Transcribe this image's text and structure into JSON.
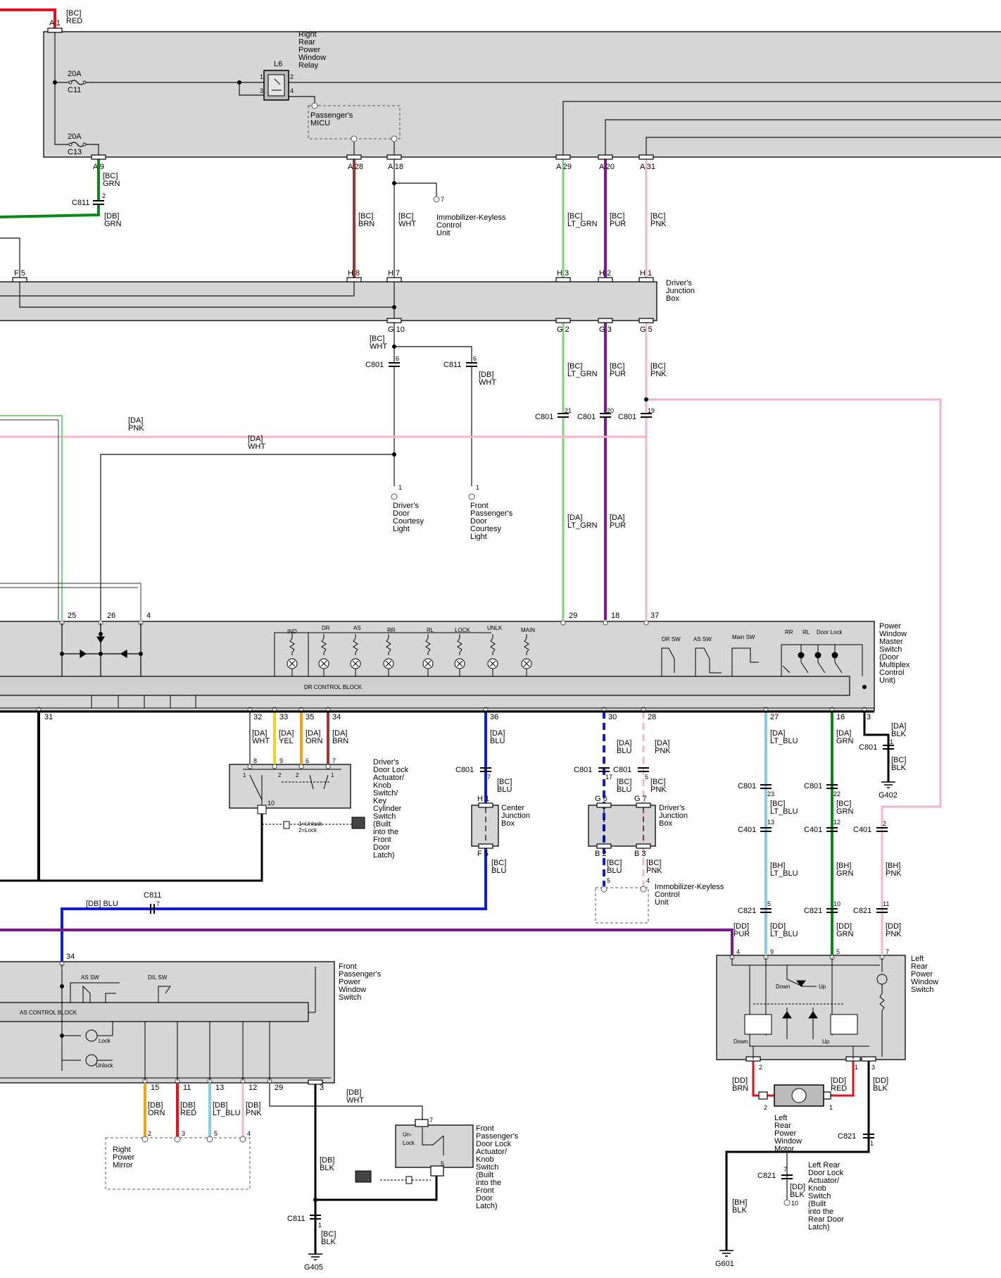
{
  "colors": {
    "RED": "#e5121b",
    "GRN": "#0a8a1a",
    "LT_GRN": "#7fd07f",
    "PUR": "#7a1a8c",
    "PNK": "#f4b6c2",
    "BRN": "#a83232",
    "WHT": "#555555",
    "BLU": "#1020d0",
    "LT_BLU": "#8ccbe8",
    "YEL": "#f2d21a",
    "ORN": "#f4a21a",
    "BLK": "#000000",
    "box": "#d6d6d6"
  },
  "components": {
    "rr_relay": "Right Rear Power Window Relay",
    "relay_id": "L6",
    "micu": "Passenger's MICU",
    "fuse1_amp": "20A",
    "fuse1_id": "C11",
    "fuse2_amp": "20A",
    "fuse2_id": "C13",
    "immob_top": "Immobilizer-Keyless Control Unit",
    "djb": "Driver's Junction Box",
    "djb2": "Driver's Junction Box",
    "drv_courtesy": "Driver's Door Courtesy Light",
    "fp_courtesy": "Front Passenger's Door Courtesy Light",
    "pwms": "Power Window Master Switch (Door Multiplex Control Unit)",
    "dr_control_block": "DR CONTROL BLOCK",
    "dl_actuator": "Driver's Door Lock Actuator/ Knob Switch/ Key Cylinder Switch (Built into the Front Door Latch)",
    "unlock_legend_1": "1=Unlock",
    "unlock_legend_2": "2=Lock",
    "cjb": "Center Junction Box",
    "immob_bottom": "Immobilizer-Keyless Control Unit",
    "fp_pws": "Front Passenger's Power Window Switch",
    "as_control_block": "AS CONTROL BLOCK",
    "rp_mirror": "Right Power Mirror",
    "fp_dl_actuator": "Front Passenger's Door Lock Actuator/ Knob Switch (Built into the Front Door Latch)",
    "lr_pws": "Left Rear Power Window Switch",
    "lr_motor": "Left Rear Power Window Motor",
    "lr_dl_actuator": "Left Rear Door Lock Actuator/ Knob Switch (Built into the Rear Door Latch)",
    "g402": "G402",
    "g405": "G405",
    "g601": "G601"
  },
  "switch_labels": {
    "ind": "IND",
    "dr": "DR",
    "as": "AS",
    "rr": "RR",
    "rl": "RL",
    "lock": "LOCK",
    "unlk": "UNLK",
    "main": "MAIN",
    "dr_sw": "DR SW",
    "as_sw": "AS SW",
    "main_sw": "Main SW",
    "rr2": "RR",
    "rl2": "RL",
    "door_lock": "Door Lock",
    "as_sw2": "AS SW",
    "dl_sw": "D/L SW",
    "lock2": "Lock",
    "unlock2": "Unlock",
    "down": "Down",
    "up": "Up",
    "down2": "Down",
    "up2": "Up",
    "un_lock_un": "Un-",
    "un_lock_lock": "Lock"
  },
  "wire_labels": {
    "bc_red": "[BC] RED",
    "bc_grn": "[BC] GRN",
    "db_grn": "[DB] GRN",
    "bc_brn": "[BC] BRN",
    "bc_wht": "[BC] WHT",
    "bc_lt_grn": "[BC] LT_GRN",
    "bc_pur": "[BC] PUR",
    "bc_pnk": "[BC] PNK",
    "bc_wht2": "[BC] WHT",
    "db_wht": "[DB] WHT",
    "bc_lt_grn2": "[BC] LT_GRN",
    "bc_pur2": "[BC] PUR",
    "bc_pnk2": "[BC] PNK",
    "da_pnk": "[DA] PNK",
    "da_wht": "[DA] WHT",
    "da_lt_grn": "[DA] LT_GRN",
    "da_pur": "[DA] PUR",
    "da_wht2": "[DA] WHT",
    "da_yel": "[DA] YEL",
    "da_orn": "[DA] ORN",
    "da_brn": "[DA] BRN",
    "da_blu": "[DA] BLU",
    "bc_blu": "[BC] BLU",
    "bc_blu2": "[BC] BLU",
    "da_blu2": "[DA] BLU",
    "da_pnk2": "[DA] PNK",
    "bc_blu3": "[BC] BLU",
    "bc_pnk3": "[BC] PNK",
    "bc_blu4": "[BC] BLU",
    "bc_pnk4": "[BC] PNK",
    "da_lt_blu": "[DA] LT_BLU",
    "da_grn": "[DA] GRN",
    "da_blk": "[DA] BLK",
    "bc_blk": "[BC] BLK",
    "bc_lt_blu": "[BC] LT_BLU",
    "bc_grn2": "[BC] GRN",
    "bh_lt_blu": "[BH] LT_BLU",
    "bh_grn": "[BH] GRN",
    "bh_pnk": "[BH] PNK",
    "dd_pur": "[DD] PUR",
    "dd_lt_blu": "[DD] LT_BLU",
    "dd_grn": "[DD] GRN",
    "dd_pnk": "[DD] PNK",
    "db_blu": "[DB] BLU",
    "db_orn": "[DB] ORN",
    "db_red": "[DB] RED",
    "db_lt_blu": "[DB] LT_BLU",
    "db_pnk": "[DB] PNK",
    "db_wht2": "[DB] WHT",
    "db_blk": "[DB] BLK",
    "bc_blk2": "[BC] BLK",
    "dd_brn": "[DD] BRN",
    "dd_red": "[DD] RED",
    "dd_blk": "[DD] BLK",
    "dd_blk2": "[DD] BLK",
    "bh_blk": "[BH] BLK"
  },
  "connectors": {
    "a1": "A 1",
    "a9": "A 9",
    "a28": "A 28",
    "a18": "A 18",
    "a29": "A 29",
    "a20": "A 20",
    "a31": "A 31",
    "c811": "C811",
    "c811_pin": "2",
    "immob_pin": "7",
    "f5": "F 5",
    "h8": "H 8",
    "h7": "H 7",
    "h3": "H 3",
    "h2": "H 2",
    "h1": "H 1",
    "g10": "G 10",
    "g2": "G 2",
    "g3": "G 3",
    "g5": "G 5",
    "c801a": "C801",
    "c801a_pin": "6",
    "c811b": "C811",
    "c811b_pin": "6",
    "c801b": "C801",
    "c801b_pin": "21",
    "c801c": "C801",
    "c801c_pin": "20",
    "c801d": "C801",
    "c801d_pin": "19",
    "drv_light_pin": "1",
    "fp_light_pin": "1",
    "p25": "25",
    "p26": "26",
    "p4": "4",
    "p29": "29",
    "p18": "18",
    "p37": "37",
    "p31": "31",
    "p32": "32",
    "p33": "33",
    "p35": "35",
    "p34": "34",
    "p36": "36",
    "p30": "30",
    "p28": "28",
    "p27": "27",
    "p16": "16",
    "p3": "3",
    "dl8": "8",
    "dl9": "9",
    "dl6": "6",
    "dl7": "7",
    "dl10": "10",
    "c801e": "C801",
    "c801e_pin": "7",
    "h1b": "H 1",
    "f5b": "F 5",
    "c801f": "C801",
    "c801f_pin": "17",
    "c801g": "C801",
    "c801g_pin": "5",
    "g6": "G 6",
    "g7": "G 7",
    "b2": "B 2",
    "b3": "B 3",
    "im5": "5",
    "im4": "4",
    "c801h": "C801",
    "c801h_pin": "1",
    "c801i": "C801",
    "c801i_pin": "23",
    "c801j": "C801",
    "c801j_pin": "22",
    "c401a": "C401",
    "c401a_pin": "13",
    "c401b": "C401",
    "c401b_pin": "12",
    "c401c": "C401",
    "c401c_pin": "2",
    "c821a": "C821",
    "c821a_pin": "5",
    "c821b": "C821",
    "c821b_pin": "10",
    "c821c": "C821",
    "c821c_pin": "11",
    "lr4": "4",
    "lr9": "9",
    "lr5": "5",
    "lr7": "7",
    "lr2": "2",
    "lr1": "1",
    "lr3": "3",
    "m2": "2",
    "m1": "1",
    "c821d": "C821",
    "c821d_pin": "1",
    "c821e": "C821",
    "c821e_pin": "7",
    "lr_dl_pin": "10",
    "c811c": "C811",
    "c811c_pin": "7",
    "fp34": "34",
    "fp15": "15",
    "fp11": "11",
    "fp13": "13",
    "fp12": "12",
    "fp29": "29",
    "fp3": "3",
    "rm2": "2",
    "rm3": "3",
    "rm5": "5",
    "rm4": "4",
    "fpdl7": "7",
    "fpdl5": "5",
    "c811d": "C811",
    "c811d_pin": "1",
    "r1": "1",
    "r2": "2",
    "r3": "3",
    "r4": "4",
    "s1": "1",
    "s2": "2",
    "s2b": "2",
    "s1b": "1"
  }
}
